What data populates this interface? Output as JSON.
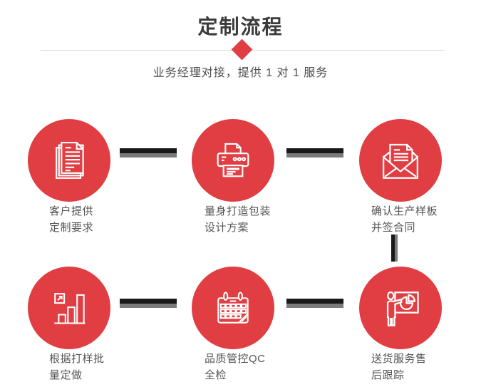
{
  "header": {
    "title": "定制流程",
    "subtitle": "业务经理对接，提供 1 对 1 服务"
  },
  "steps": [
    {
      "icon": "documents-icon",
      "label_line1": "客户提供",
      "label_line2": "定制要求"
    },
    {
      "icon": "printer-icon",
      "label_line1": "量身打造包装",
      "label_line2": "设计方案"
    },
    {
      "icon": "envelope-icon",
      "label_line1": "确认生产样板",
      "label_line2": "并签合同"
    },
    {
      "icon": "bar-chart-icon",
      "label_line1": "根据打样批",
      "label_line2": "量定做"
    },
    {
      "icon": "calendar-icon",
      "label_line1": "品质管控QC",
      "label_line2": "全检"
    },
    {
      "icon": "presentation-icon",
      "label_line1": "送货服务售",
      "label_line2": "后跟踪"
    }
  ],
  "colors": {
    "accent_red": "#e03e42",
    "connector_dark": "#191919",
    "connector_gray": "#7b7b7b",
    "divider": "#d9d9d9",
    "title_text": "#3b3b3b",
    "subtitle_text": "#4c4c4c",
    "label_text": "#555555"
  }
}
